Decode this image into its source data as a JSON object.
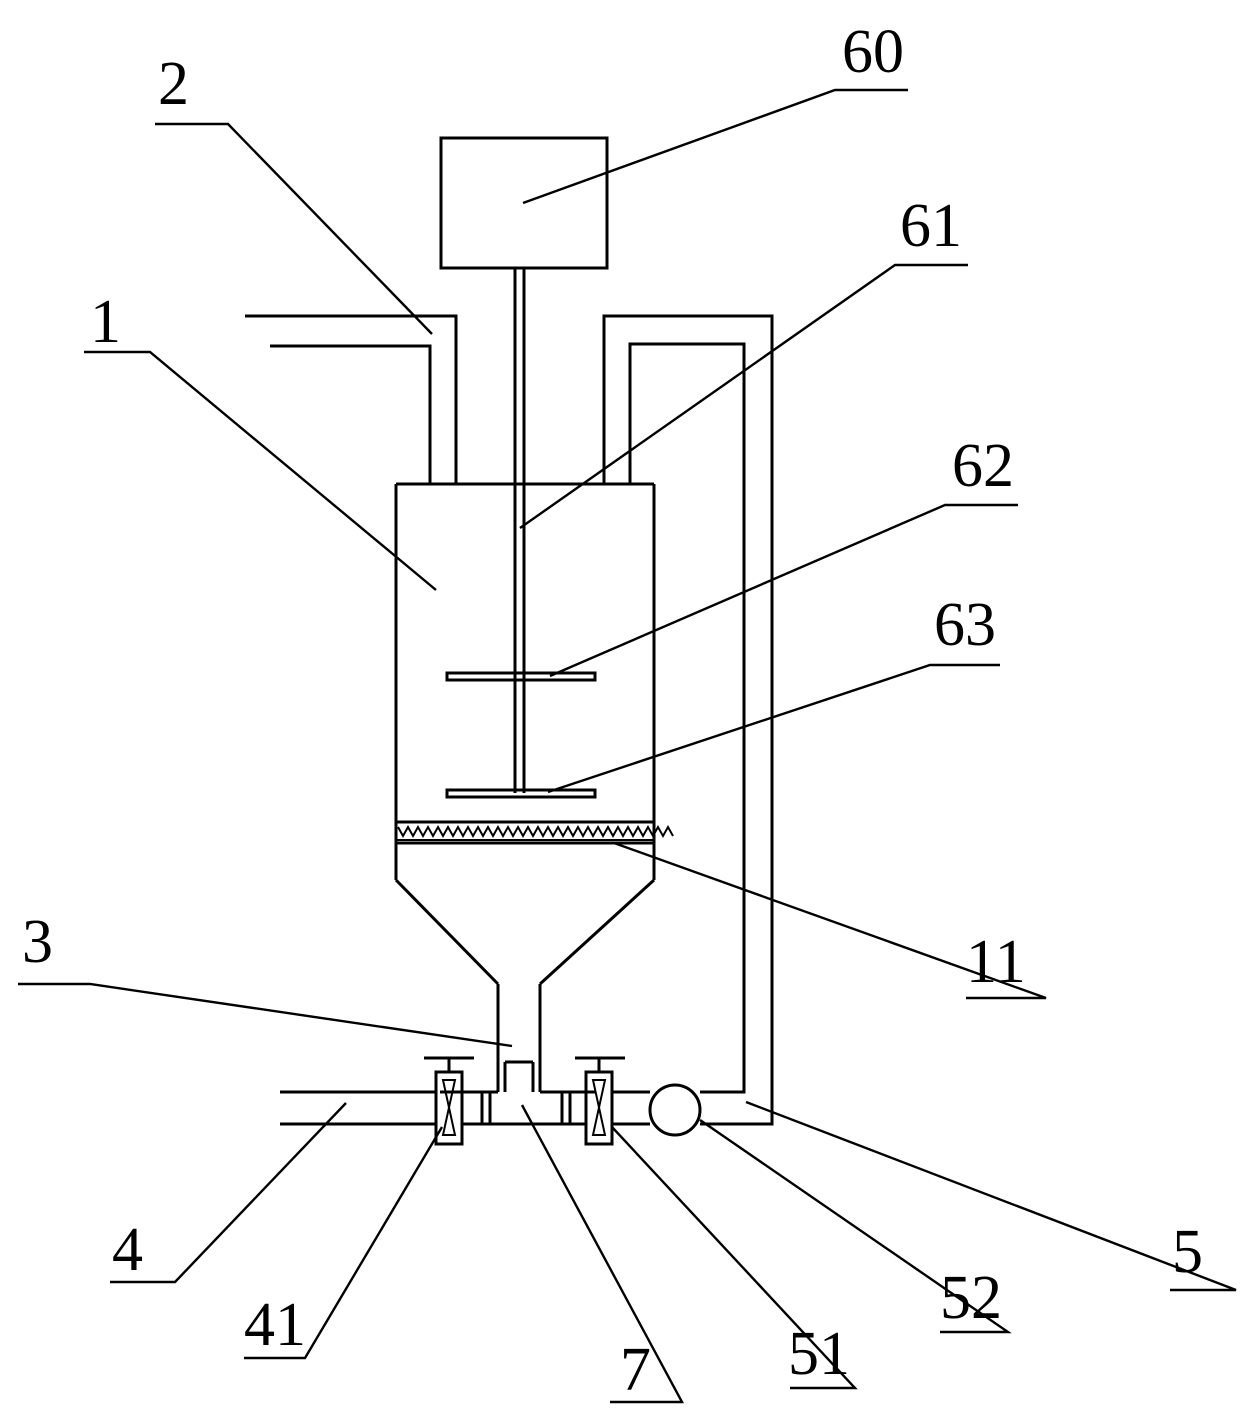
{
  "labels": {
    "l1": "1",
    "l2": "2",
    "l3": "3",
    "l4": "4",
    "l5": "5",
    "l7": "7",
    "l11": "11",
    "l41": "41",
    "l51": "51",
    "l52": "52",
    "l60": "60",
    "l61": "61",
    "l62": "62",
    "l63": "63"
  }
}
